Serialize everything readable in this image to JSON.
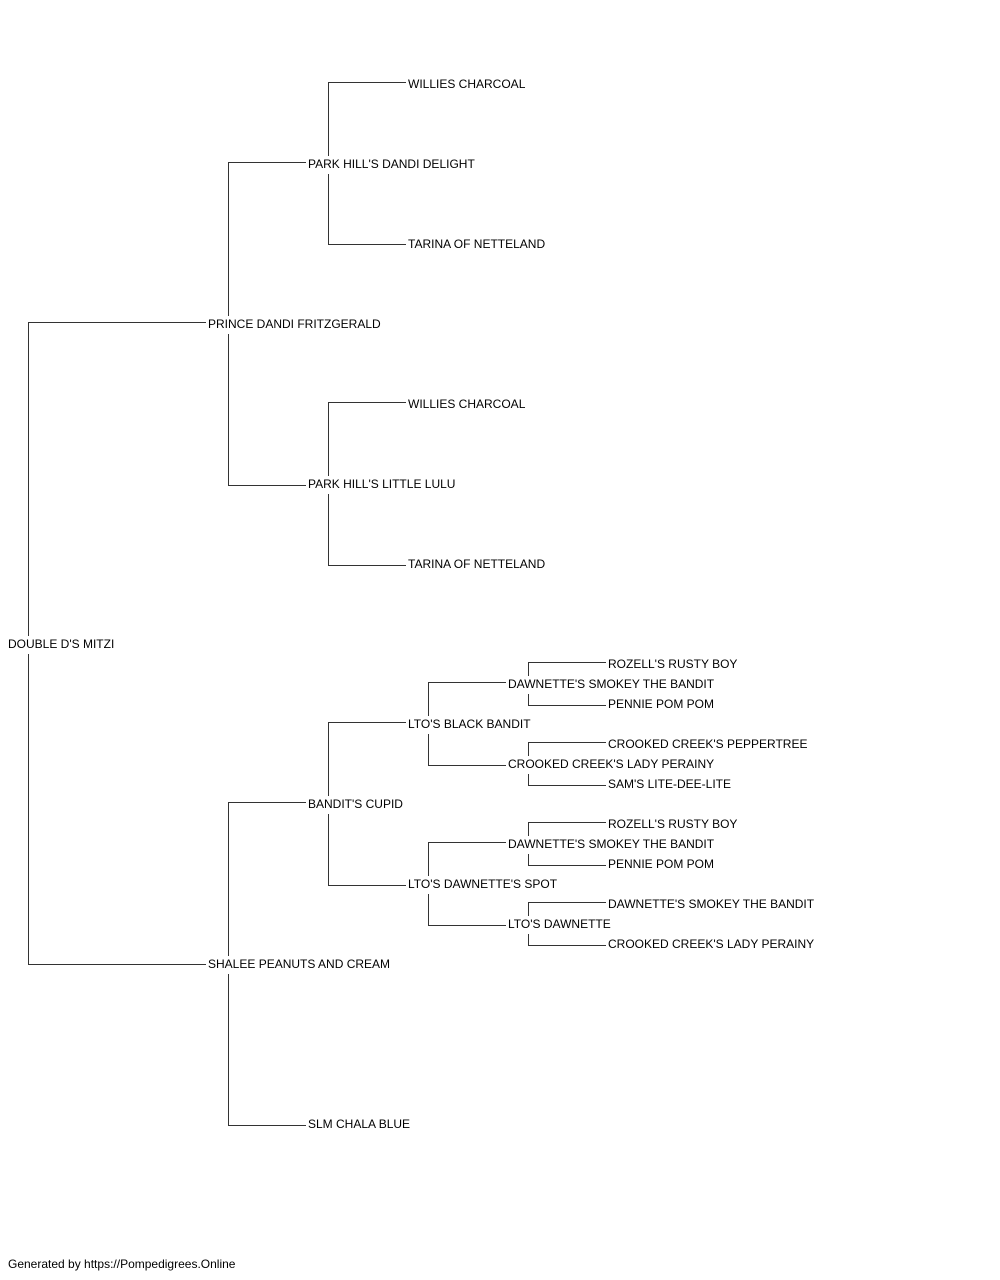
{
  "pedigree": {
    "subject": "DOUBLE D'S MITZI",
    "sire": {
      "name": "PRINCE DANDI FRITZGERALD",
      "sire": {
        "name": "PARK HILL'S DANDI DELIGHT",
        "sire": "WILLIES CHARCOAL",
        "dam": "TARINA OF NETTELAND"
      },
      "dam": {
        "name": "PARK HILL'S LITTLE LULU",
        "sire": "WILLIES CHARCOAL",
        "dam": "TARINA OF NETTELAND"
      }
    },
    "dam": {
      "name": "SHALEE PEANUTS AND CREAM",
      "sire": {
        "name": "BANDIT'S CUPID",
        "sire": {
          "name": "LTO'S BLACK BANDIT",
          "sire": {
            "name": "DAWNETTE'S SMOKEY THE BANDIT",
            "sire": "ROZELL'S RUSTY BOY",
            "dam": "PENNIE POM POM"
          },
          "dam": {
            "name": "CROOKED CREEK'S LADY PERAINY",
            "sire": "CROOKED CREEK'S PEPPERTREE",
            "dam": "SAM'S LITE-DEE-LITE"
          }
        },
        "dam": {
          "name": "LTO'S DAWNETTE'S SPOT",
          "sire": {
            "name": "DAWNETTE'S SMOKEY THE BANDIT",
            "sire": "ROZELL'S RUSTY BOY",
            "dam": "PENNIE POM POM"
          },
          "dam": {
            "name": "LTO'S DAWNETTE",
            "sire": "DAWNETTE'S SMOKEY THE BANDIT",
            "dam": "CROOKED CREEK'S LADY PERAINY"
          }
        }
      },
      "dam": {
        "name": "SLM CHALA BLUE"
      }
    }
  },
  "footer": "Generated by https://Pompedigrees.Online"
}
